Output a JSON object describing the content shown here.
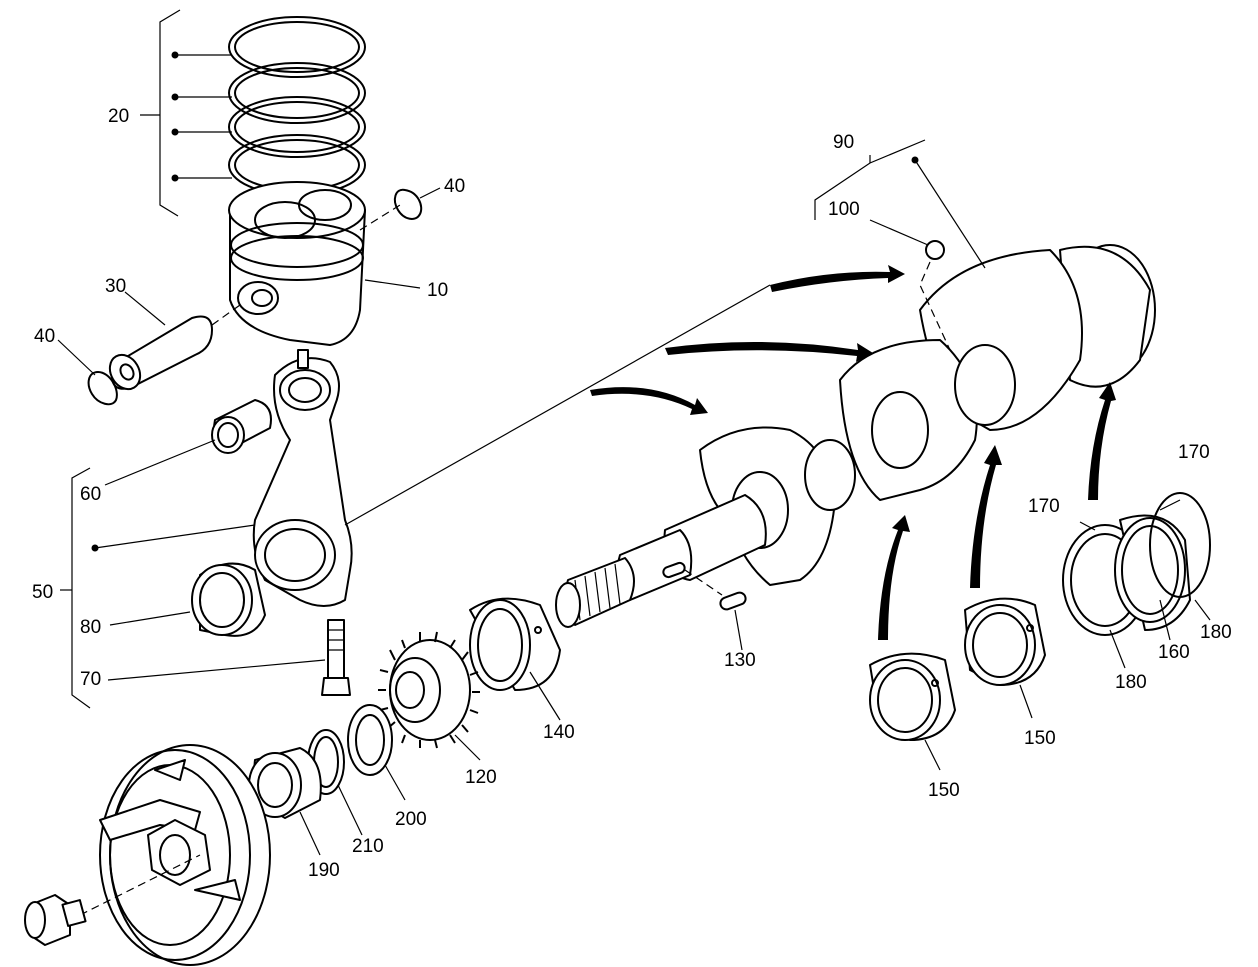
{
  "labels": {
    "l20": "20",
    "l40a": "40",
    "l10": "10",
    "l30": "30",
    "l40b": "40",
    "l60": "60",
    "l50": "50",
    "l80": "80",
    "l70": "70",
    "l90": "90",
    "l100": "100",
    "l170a": "170",
    "l170b": "170",
    "l180a": "180",
    "l180b": "180",
    "l160": "160",
    "l130": "130",
    "l140": "140",
    "l120": "120",
    "l150a": "150",
    "l150b": "150",
    "l200": "200",
    "l210": "210",
    "l190": "190"
  }
}
